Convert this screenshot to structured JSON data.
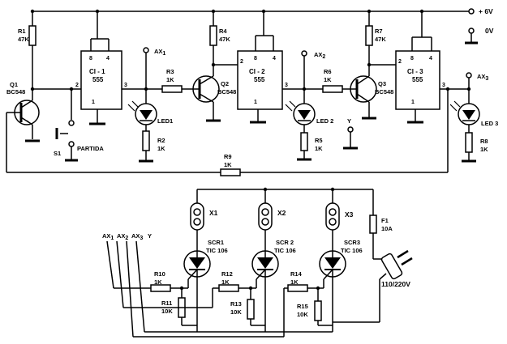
{
  "supply": {
    "plus6v": "+ 6V",
    "zero": "0V"
  },
  "r1": {
    "name": "R1",
    "value": "47K"
  },
  "q1": {
    "name": "Q1",
    "model": "BC548"
  },
  "s1": {
    "name": "S1",
    "label": "PARTIDA"
  },
  "ci1": {
    "name": "CI - 1",
    "model": "555",
    "pin8": "8",
    "pin4": "4",
    "pin2": "2",
    "pin3": "3",
    "pin1": "1"
  },
  "ci2": {
    "name": "CI - 2",
    "model": "555",
    "pin8": "8",
    "pin4": "4",
    "pin2": "2",
    "pin3": "3",
    "pin1": "1"
  },
  "ci3": {
    "name": "CI - 3",
    "model": "555",
    "pin8": "8",
    "pin4": "4",
    "pin2": "2",
    "pin3": "3",
    "pin1": "1"
  },
  "ax1": {
    "label": "AX",
    "sub": "1"
  },
  "ax2": {
    "label": "AX",
    "sub": "2"
  },
  "ax3": {
    "label": "AX",
    "sub": "3"
  },
  "y_label": "Y",
  "led1": "LED1",
  "led2": "LED 2",
  "led3": "LED 3",
  "r2": {
    "name": "R2",
    "value": "1K"
  },
  "r3": {
    "name": "R3",
    "value": "1K"
  },
  "r4": {
    "name": "R4",
    "value": "47K"
  },
  "r5": {
    "name": "R5",
    "value": "1K"
  },
  "r6": {
    "name": "R6",
    "value": "1K"
  },
  "r7": {
    "name": "R7",
    "value": "47K"
  },
  "r8": {
    "name": "R8",
    "value": "1K"
  },
  "r9": {
    "name": "R9",
    "value": "1K"
  },
  "q2": {
    "name": "Q2",
    "model": "BC548"
  },
  "q3": {
    "name": "Q3",
    "model": "BC548"
  },
  "x1": "X1",
  "x2": "X2",
  "x3": "X3",
  "f1": {
    "name": "F1",
    "value": "10A"
  },
  "scr1": {
    "name": "SCR1",
    "model": "TIC 106"
  },
  "scr2": {
    "name": "SCR 2",
    "model": "TIC 106"
  },
  "scr3": {
    "name": "SCR3",
    "model": "TIC 106"
  },
  "r10": {
    "name": "R10",
    "value": "1K"
  },
  "r11": {
    "name": "R11",
    "value": "10K"
  },
  "r12": {
    "name": "R12",
    "value": "1K"
  },
  "r13": {
    "name": "R13",
    "value": "10K"
  },
  "r14": {
    "name": "R14",
    "value": "1K"
  },
  "r15": {
    "name": "R15",
    "value": "10K"
  },
  "mains": "110/220V",
  "inputs": {
    "ax1": "AX",
    "ax1_sub": "1",
    "ax2": "AX",
    "ax2_sub": "2",
    "ax3": "AX",
    "ax3_sub": "3",
    "y": "Y"
  }
}
